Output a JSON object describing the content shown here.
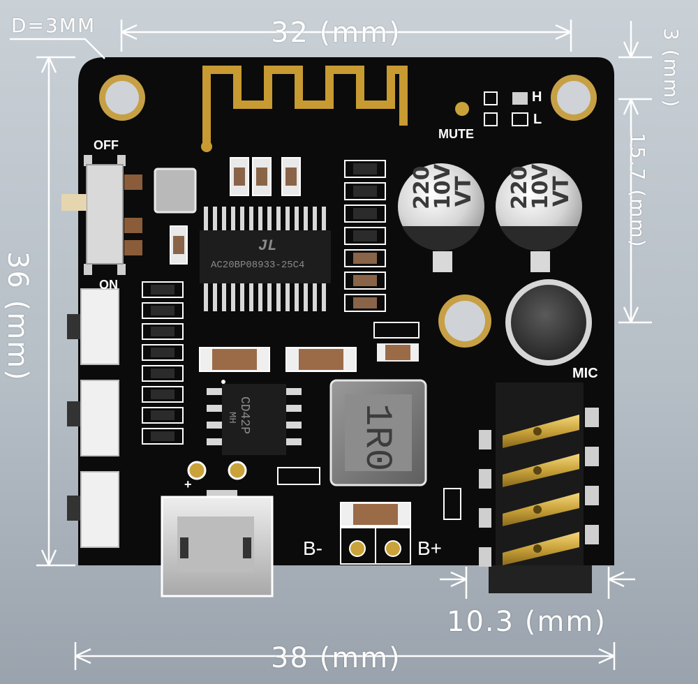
{
  "dimensions": {
    "hole_diameter": "D=3MM",
    "top_width": "32 (mm)",
    "bottom_width": "38 (mm)",
    "left_height": "36 (mm)",
    "right_offset_top": "3 (mm)",
    "right_offset_mid": "15.7 (mm)",
    "jack_width": "10.3 (mm)"
  },
  "silkscreen": {
    "off": "OFF",
    "on": "ON",
    "mute": "MUTE",
    "h": "H",
    "l": "L",
    "mic": "MIC",
    "b_minus": "B-",
    "b_plus": "B+",
    "plus": "+"
  },
  "components": {
    "main_chip_logo": "JL",
    "main_chip_text": "AC20BP08933-25C4",
    "amp_chip_line1": "MH",
    "amp_chip_line2": "CD42P",
    "inductor": "1R0",
    "cap_left": [
      "220",
      "10V",
      "VT"
    ],
    "cap_right": [
      "220",
      "10V",
      "VT"
    ]
  },
  "colors": {
    "pcb": "#0d0d0d",
    "silkscreen": "#ffffff",
    "gold": "#c9a23a",
    "background": "#b6bec6"
  }
}
